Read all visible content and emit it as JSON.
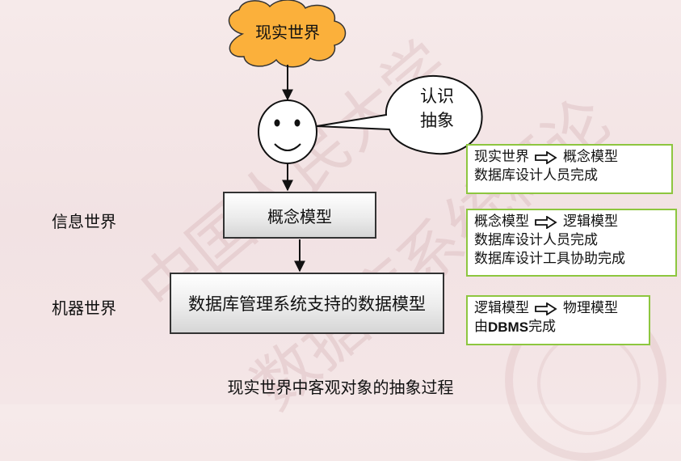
{
  "watermark": {
    "text_a": "中国人民大学",
    "text_b": "数据库系统概论"
  },
  "cloud": {
    "label": "现实世界"
  },
  "speech_bubble": {
    "line1": "认识",
    "line2": "抽象"
  },
  "boxes": {
    "conceptual_model": "概念模型",
    "dbms_model": "数据库管理系统支持的数据模型"
  },
  "side_labels": {
    "info_world": "信息世界",
    "machine_world": "机器世界"
  },
  "notes": [
    {
      "from": "现实世界",
      "to": "概念模型",
      "lines": [
        "数据库设计人员完成"
      ]
    },
    {
      "from": "概念模型",
      "to": "逻辑模型",
      "lines": [
        "数据库设计人员完成",
        "数据库设计工具协助完成"
      ]
    },
    {
      "from": "逻辑模型",
      "to": "物理模型",
      "line_prefix": "由",
      "line_bold": "DBMS",
      "line_suffix": "完成"
    }
  ],
  "caption": "现实世界中客观对象的抽象过程",
  "colors": {
    "note_border": "#8dc63f",
    "cloud_fill": "#fbb03b",
    "face_fill": "#ffffff"
  },
  "icons": [
    "cloud-shape",
    "smiley-face-icon",
    "hollow-right-arrow-icon"
  ]
}
